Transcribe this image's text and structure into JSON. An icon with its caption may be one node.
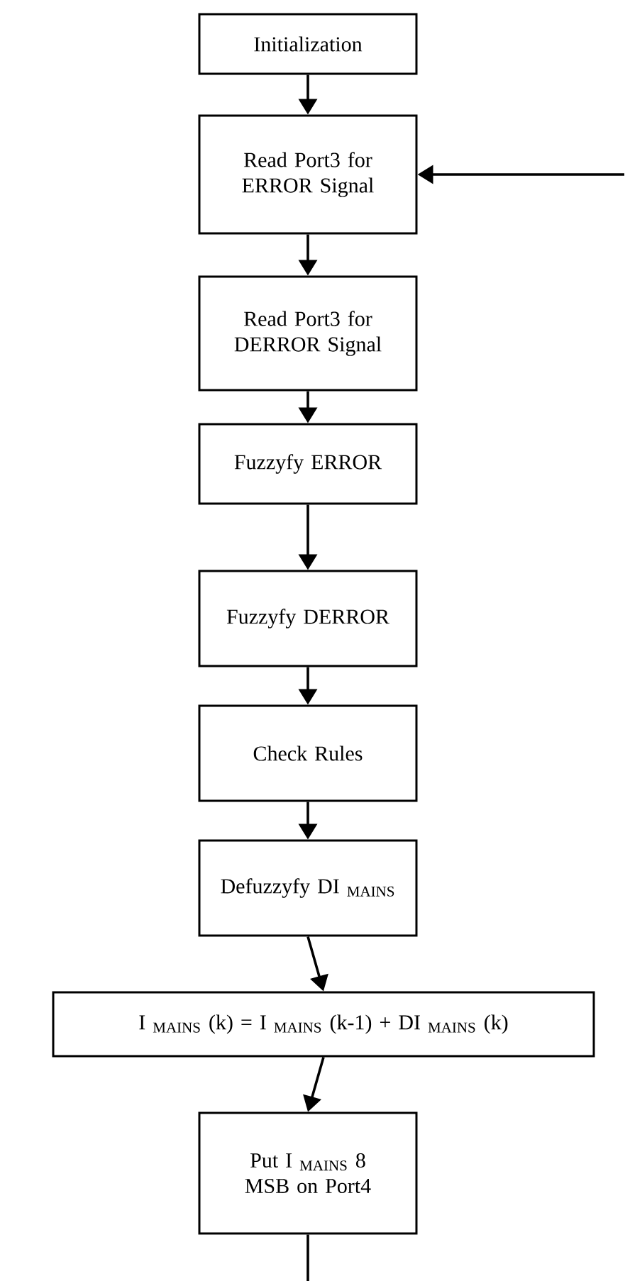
{
  "diagram": {
    "nodes": [
      {
        "text": [
          "Initialization"
        ]
      },
      {
        "text": [
          "Read Port3 for ERROR Signal"
        ]
      },
      {
        "text": [
          "Read Port3 for DERROR Signal"
        ]
      },
      {
        "text": [
          "Fuzzyfy ERROR"
        ]
      },
      {
        "text": [
          "Fuzzyfy DERROR"
        ]
      },
      {
        "text": [
          "Check Rules"
        ]
      },
      {
        "text": [
          "Defuzzyfy DI $_{MAINS}$"
        ]
      },
      {
        "text": [
          "I $_{MAINS}$ (k) = I $_{MAINS}$ (k-1) + DI $_{MAINS}$ (k)"
        ]
      },
      {
        "text": [
          "Put I $_{MAINS}$ 8 MSB on Port4"
        ]
      }
    ],
    "edges": [
      {
        "from": 0,
        "to": 1,
        "arrow": "to"
      },
      {
        "from": null,
        "to": 1,
        "arrow": "to"
      },
      {
        "from": 1,
        "to": 2,
        "arrow": "to"
      },
      {
        "from": 2,
        "to": 3,
        "arrow": "to"
      },
      {
        "from": 3,
        "to": 4,
        "arrow": "to"
      },
      {
        "from": 4,
        "to": 5,
        "arrow": "to"
      },
      {
        "from": 5,
        "to": 6,
        "arrow": "to"
      },
      {
        "from": 6,
        "to": 7,
        "arrow": "to"
      },
      {
        "from": 7,
        "to": 8,
        "arrow": "to"
      },
      {
        "from": 8,
        "to": null,
        "arrow": "none"
      }
    ]
  }
}
